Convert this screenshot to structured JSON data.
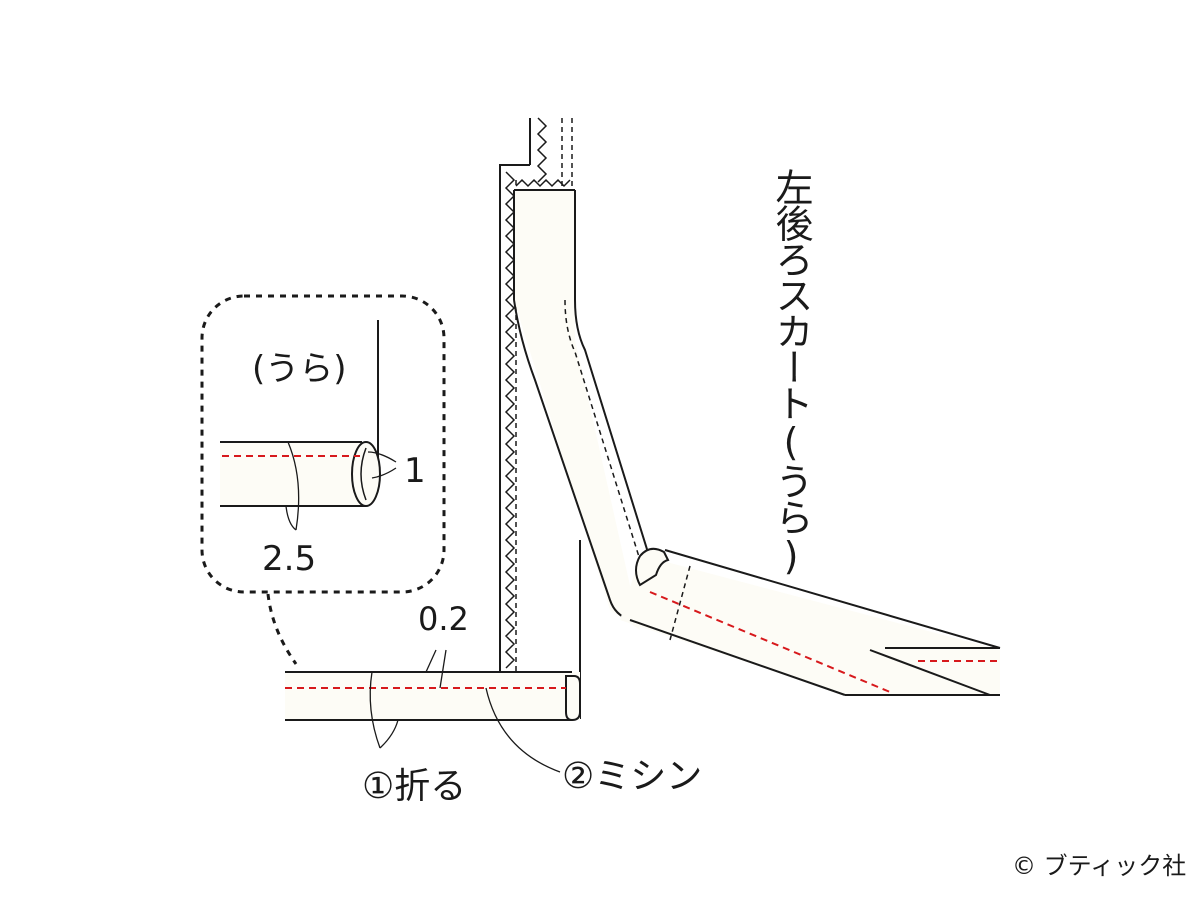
{
  "diagram": {
    "side_label": "左後ろスカート(うら)",
    "inset": {
      "label": "(うら)",
      "width_label": "1",
      "fold_label": "2.5"
    },
    "stitch_offset_label": "0.2",
    "steps": [
      {
        "label": "①折る"
      },
      {
        "label": "②ミシン"
      }
    ],
    "credit": "© ブティック社",
    "colors": {
      "line": "#1a1a1a",
      "stitch": "#d7191c",
      "fabric": "#fdfcf6"
    }
  }
}
